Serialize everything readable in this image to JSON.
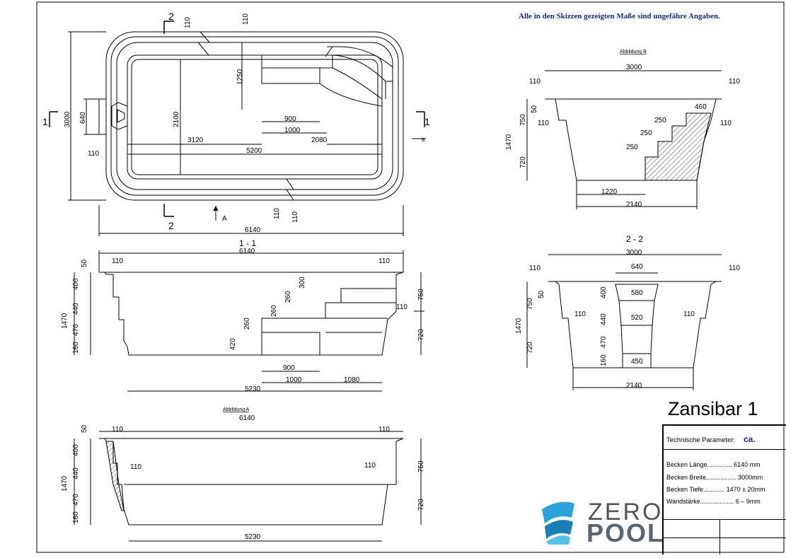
{
  "note": "Alle in den Skizzen gezeigten Maße sind ungefähre Angaben.",
  "title": "Zansibar 1",
  "params": {
    "header": "Technische Parameter:",
    "ca": "ca.",
    "rows": [
      {
        "label": "Becken Länge..............",
        "value": "6140  mm"
      },
      {
        "label": "Becken Breite.................",
        "value": "3000mm"
      },
      {
        "label": "Becken Tiefe............",
        "value": "1470 ± 20mm"
      },
      {
        "label": "Wandstärke...................",
        "value": "6 – 9mm"
      }
    ]
  },
  "logo": {
    "line1": "ZERO",
    "line2": "POOL"
  },
  "plan": {
    "cut_markers": [
      "2",
      "2",
      "1",
      "1"
    ],
    "arrow_a": "A",
    "arrow_b": "B",
    "dims": {
      "d110_top": "110",
      "d110_top2": "110",
      "d1250": "1250",
      "d900": "900",
      "d1000": "1000",
      "d2080": "2080",
      "d3120": "3120",
      "d5200": "5200",
      "d2100": "2100",
      "d3000": "3000",
      "d640": "640",
      "d110_left": "110",
      "d110_bottom1": "110",
      "d110_bottom2": "110",
      "d6140": "6140"
    }
  },
  "section11": {
    "title": "1 - 1",
    "dims": {
      "total": "6140",
      "l110": "110",
      "r110": "110",
      "d50": "50",
      "d400": "400",
      "d440": "440",
      "d470": "470",
      "d160": "160",
      "d1470": "1470",
      "d300": "300",
      "d260a": "260",
      "d260b": "260",
      "d260c": "260",
      "d420": "420",
      "d750": "750",
      "d110r": "110",
      "d720": "720",
      "d900": "900",
      "d1000": "1000",
      "d1080": "1080",
      "d5230": "5230"
    }
  },
  "sectionA": {
    "title": "Abbildung A",
    "dims": {
      "total": "6140",
      "l110": "110",
      "r110": "110",
      "d50": "50",
      "d400": "400",
      "d440": "440",
      "d470": "470",
      "d160": "160",
      "d1470": "1470",
      "i110l": "110",
      "i110r": "110",
      "d750": "750",
      "d720": "720",
      "d5230": "5230"
    }
  },
  "sectionB": {
    "title": "Abbildung B",
    "dims": {
      "total": "3000",
      "l110": "110",
      "r110": "110",
      "d750": "750",
      "d50": "50",
      "d1470": "1470",
      "d720": "720",
      "i110l": "110",
      "i110r": "110",
      "d460": "460",
      "d250a": "250",
      "d250b": "250",
      "d250c": "250",
      "d1220": "1220",
      "d2140": "2140"
    }
  },
  "section22": {
    "title": "2 - 2",
    "dims": {
      "total": "3000",
      "l110": "110",
      "r110": "110",
      "d640": "640",
      "d580": "580",
      "d520": "520",
      "d450": "450",
      "d50": "50",
      "d750": "750",
      "d400": "400",
      "d440": "440",
      "d470": "470",
      "d160": "160",
      "d1470": "1470",
      "d720": "720",
      "i110l": "110",
      "i110r": "110",
      "d2140": "2140"
    }
  }
}
